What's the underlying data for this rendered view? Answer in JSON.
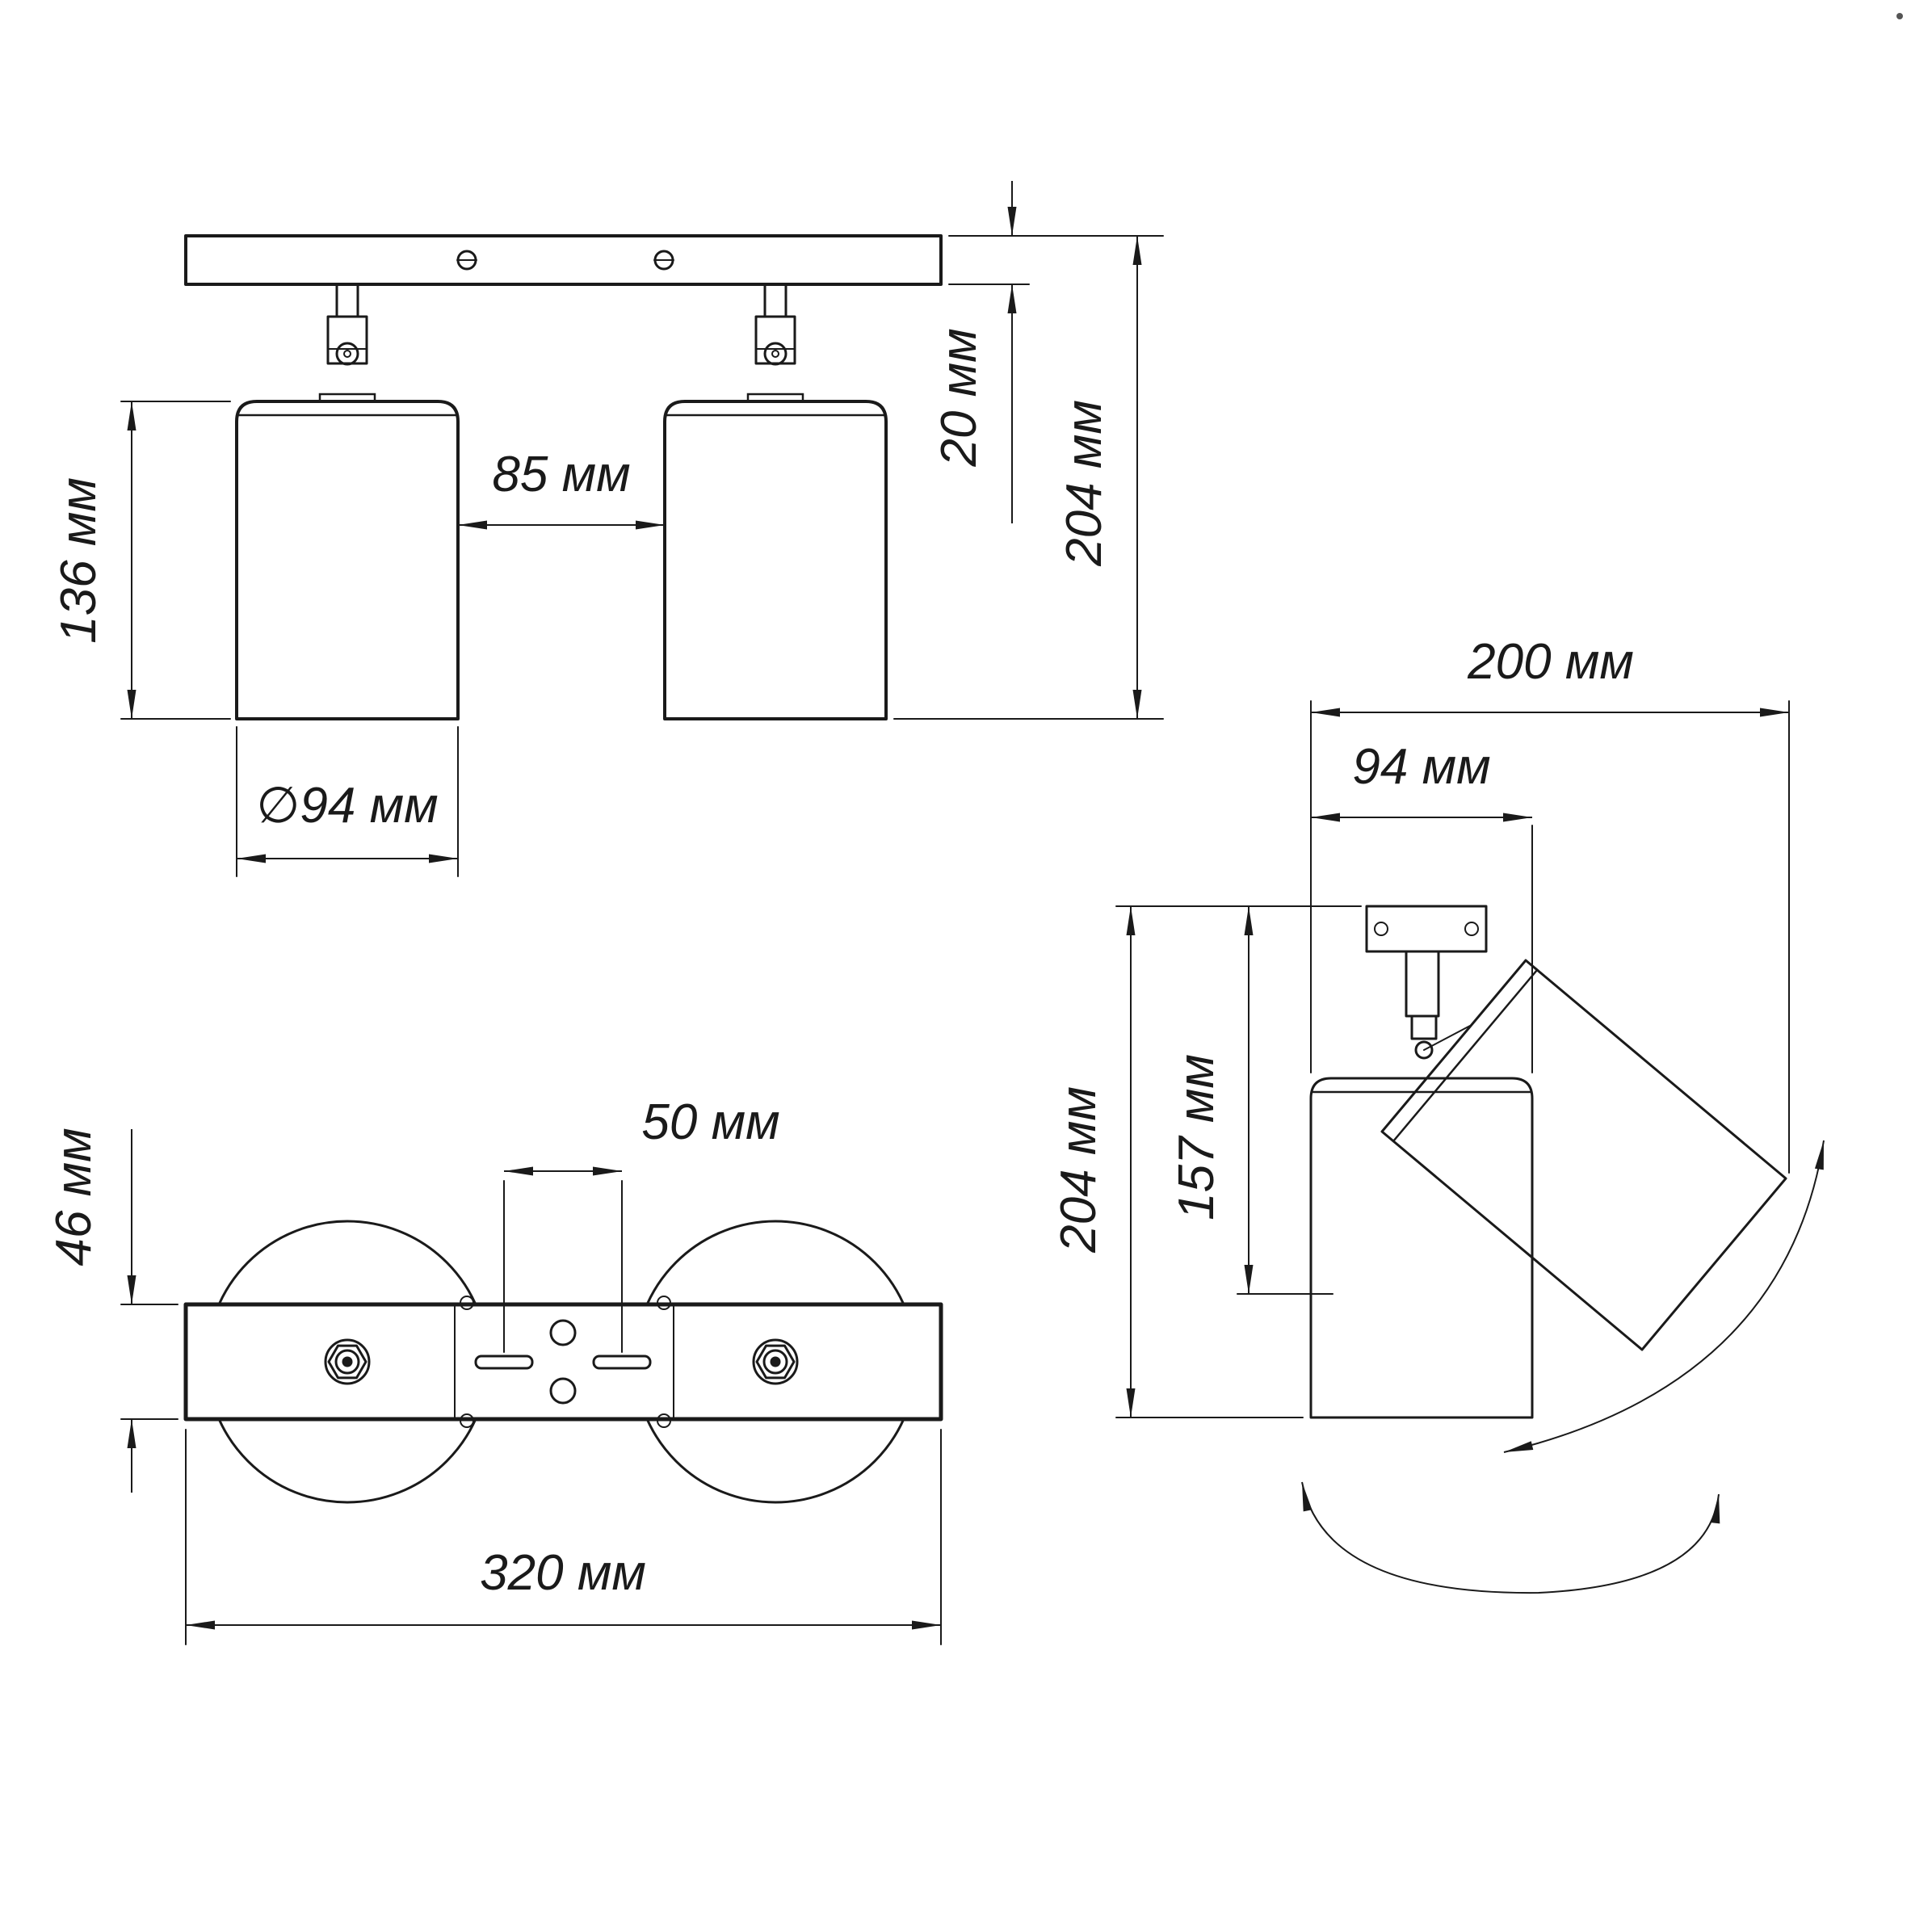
{
  "page": {
    "background_color": "#ffffff",
    "line_color": "#1a1a1a"
  },
  "front_view": {
    "shade_height": "136 мм",
    "shade_gap": "85 мм",
    "canopy_thickness": "20 мм",
    "total_height": "204 мм",
    "shade_diameter": "∅94 мм"
  },
  "plan_view": {
    "canopy_width": "46 мм",
    "mount_slot_spacing": "50 мм",
    "canopy_length": "320 мм"
  },
  "side_view": {
    "max_horizontal_reach": "200 мм",
    "shade_diameter": "94 мм",
    "total_height": "204 мм",
    "tilted_height": "157 мм"
  }
}
